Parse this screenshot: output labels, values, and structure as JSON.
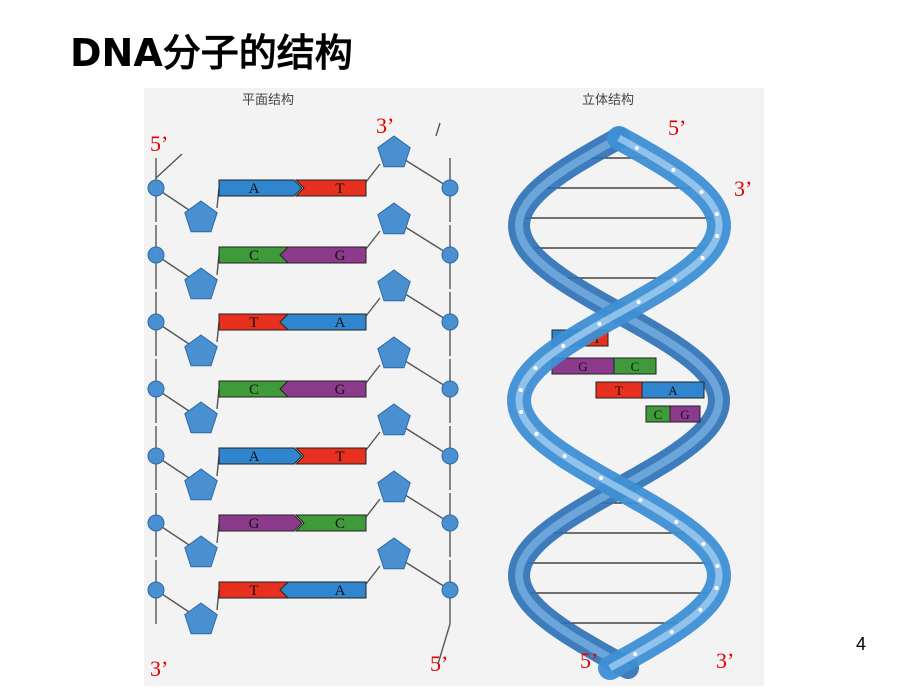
{
  "title": "DNA分子的结构",
  "page_number": "4",
  "colors": {
    "A": "#2f86cf",
    "T": "#e8301e",
    "C": "#3f9a3a",
    "G": "#8c3a8c",
    "phosphate": "#4a8fd0",
    "sugar": "#4a8fd0",
    "helix": "#3d8fd4",
    "end_label": "#e00000"
  },
  "flat_structure": {
    "caption": "平面结构",
    "ends": {
      "top_left": "5’",
      "top_right": "3’",
      "bottom_left": "3’",
      "bottom_right": "5’"
    },
    "pairs": [
      {
        "left": "A",
        "right": "T"
      },
      {
        "left": "C",
        "right": "G"
      },
      {
        "left": "T",
        "right": "A"
      },
      {
        "left": "C",
        "right": "G"
      },
      {
        "left": "A",
        "right": "T"
      },
      {
        "left": "G",
        "right": "C"
      },
      {
        "left": "T",
        "right": "A"
      }
    ]
  },
  "helix_structure": {
    "caption": "立体结构",
    "ends": {
      "top_left": "5’",
      "top_right": "3’",
      "bottom_left": "5’",
      "bottom_right": "3’"
    },
    "pairs": [
      {
        "left": "A",
        "right": "T"
      },
      {
        "left": "G",
        "right": "C"
      },
      {
        "left": "T",
        "right": "A"
      },
      {
        "left": "C",
        "right": "G"
      }
    ]
  }
}
